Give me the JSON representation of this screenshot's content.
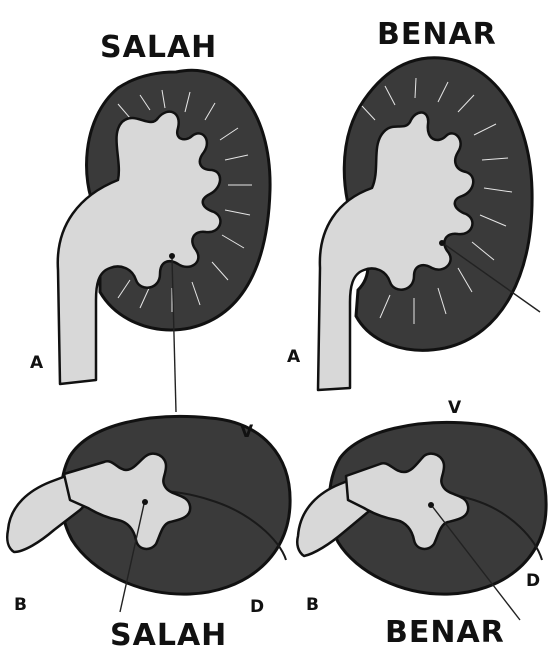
{
  "labels": {
    "top_left_heading": "SALAH",
    "top_right_heading": "BENAR",
    "bottom_left_heading": "SALAH",
    "bottom_right_heading": "BENAR",
    "top_left_A": "A",
    "top_right_A": "A",
    "bottom_left_B": "B",
    "bottom_left_D": "D",
    "bottom_left_V": "V",
    "bottom_right_B": "B",
    "bottom_right_D": "D",
    "bottom_right_V": "V"
  },
  "colors": {
    "cortex": "#3a3a3a",
    "pelvis": "#d8d8d8",
    "outline": "#111111",
    "background": "#ffffff"
  }
}
